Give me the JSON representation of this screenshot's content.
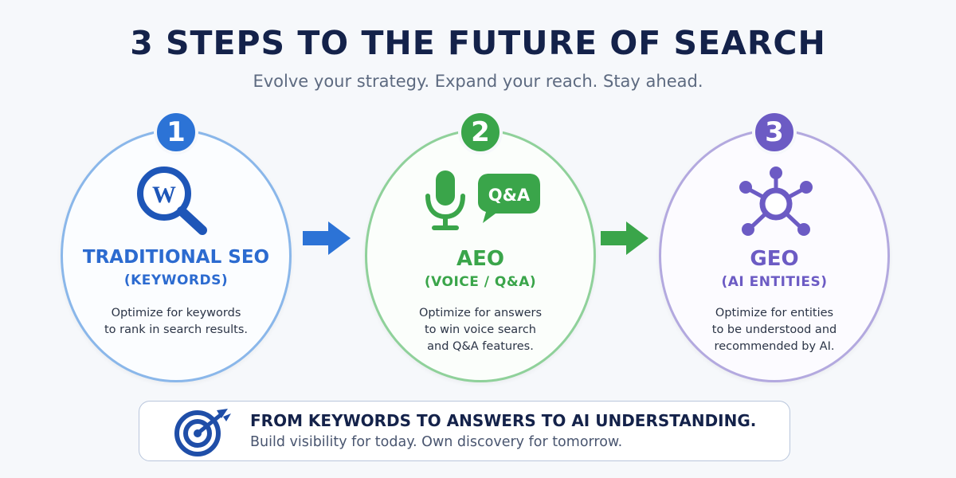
{
  "header": {
    "title": "3 STEPS TO THE FUTURE OF SEARCH",
    "subtitle": "Evolve your strategy. Expand your reach. Stay ahead."
  },
  "steps": [
    {
      "number": "1",
      "title": "TRADITIONAL SEO",
      "subtitle": "(KEYWORDS)",
      "desc_lines": [
        "Optimize for keywords",
        "to rank in search results."
      ],
      "icon": "magnifier-w-icon",
      "icon_letter": "W",
      "color": "#2c73d6"
    },
    {
      "number": "2",
      "title": "AEO",
      "subtitle": "(VOICE / Q&A)",
      "desc_lines": [
        "Optimize for answers",
        "to win voice search",
        "and Q&A features."
      ],
      "icon": "microphone-icon",
      "bubble_label": "Q&A",
      "color": "#3aa54a"
    },
    {
      "number": "3",
      "title": "GEO",
      "subtitle": "(AI ENTITIES)",
      "desc_lines": [
        "Optimize for entities",
        "to be understood and",
        "recommended by AI."
      ],
      "icon": "network-icon",
      "color": "#6c5bc4"
    }
  ],
  "arrows": [
    {
      "icon": "arrow-right-icon",
      "color": "#2c73d6"
    },
    {
      "icon": "arrow-right-icon",
      "color": "#3aa54a"
    }
  ],
  "banner": {
    "title": "FROM KEYWORDS TO ANSWERS TO AI UNDERSTANDING.",
    "subtitle": "Build visibility for today. Own discovery for tomorrow.",
    "icon": "target-icon",
    "color": "#1f4ea8"
  }
}
